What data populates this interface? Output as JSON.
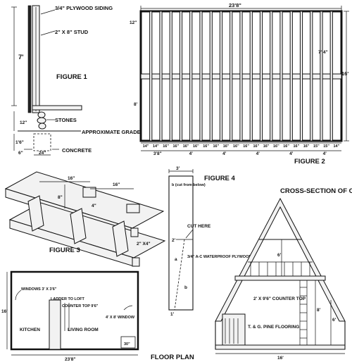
{
  "figure1": {
    "title": "FIGURE 1",
    "siding": "3/4\" PLYWOOD SIDING",
    "stud": "2\" X 8\" STUD",
    "height": "7'",
    "gap": "12\"",
    "stones": "STONES",
    "grade": "APPROXIMATE GRADE",
    "depth": "1'6\"",
    "footing_width": "6\"",
    "footing_length": "24\"",
    "concrete": "CONCRETE"
  },
  "figure2": {
    "title": "FIGURE 2",
    "width": "23'8\"",
    "depth": "16'",
    "half": "7' 4\"",
    "lower": "8'",
    "top_offset": "12\"",
    "spacings": [
      "14\"",
      "14\"",
      "16\"",
      "16\"",
      "16\"",
      "16\"",
      "16\"",
      "16\"",
      "16\"",
      "16\"",
      "16\"",
      "16\"",
      "16\"",
      "16\"",
      "16\"",
      "16\"",
      "16\"",
      "15\"",
      "15\"",
      "14\""
    ],
    "post_spacings": [
      "3'8\"",
      "4'",
      "4'",
      "4'",
      "4'",
      "4'"
    ]
  },
  "figure3": {
    "title": "FIGURE 3",
    "dim_a": "16\"",
    "dim_b": "16\"",
    "height": "8\"",
    "gap": "4\"",
    "lumber": "2\" X4\""
  },
  "figure4": {
    "title": "FIGURE 4",
    "width": "3'",
    "b_note": "b (cut from below)",
    "cut": "CUT HERE",
    "offset": "2'",
    "plywood": "3/4\" A-C WATERPROOF PLYWOOD",
    "label_a": "a",
    "label_b": "b",
    "bottom": "1'"
  },
  "cross_section": {
    "title": "CROSS-SECTION OF CABIN",
    "upper": "6'",
    "counter": "2' X 9'6\" COUNTER TOP",
    "height": "8'",
    "lower": "6'",
    "flooring": "T. & G. PINE FLOORING",
    "width": "16'"
  },
  "floor_plan": {
    "title": "FLOOR PLAN",
    "windows": "WINDOWS 3' X 3'6\"",
    "ladder": "LADDER TO LOFT",
    "counter": "COUNTER TOP 9'6\"",
    "window2": "4' X 8' WINDOW",
    "kitchen": "KITCHEN",
    "living": "LIVING ROOM",
    "door": "30\"",
    "depth": "16'",
    "width": "23'8\""
  }
}
